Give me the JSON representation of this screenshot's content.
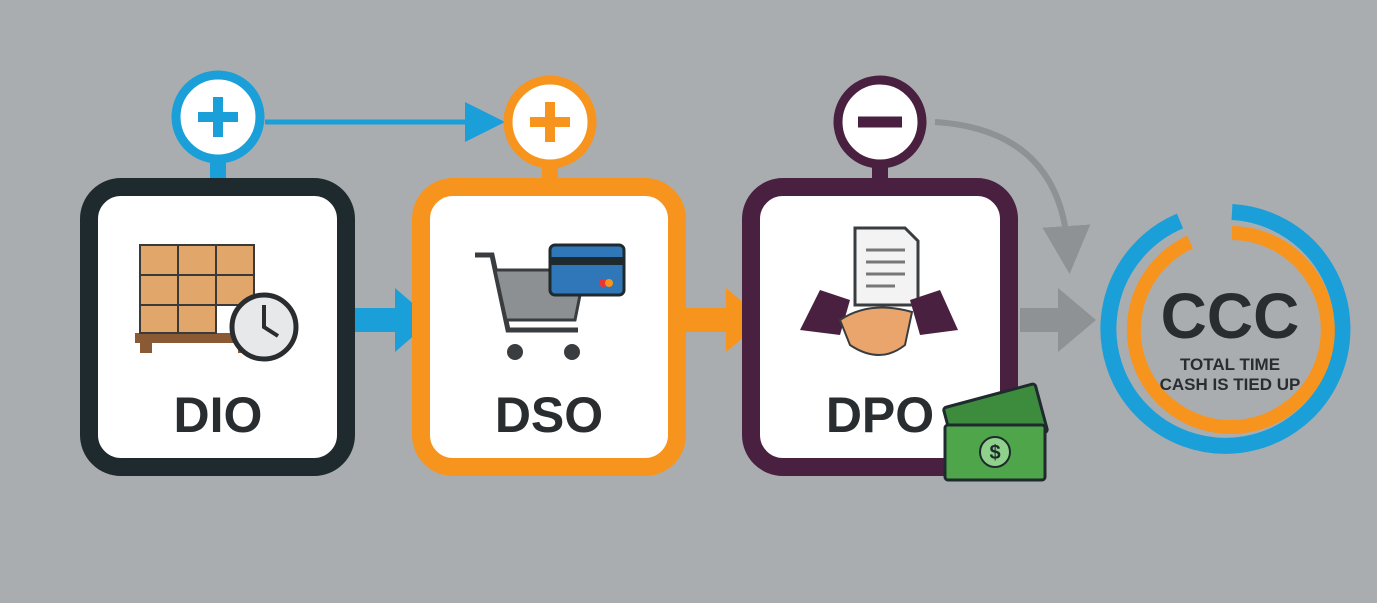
{
  "stages": [
    {
      "label": "DIO",
      "sign": "+",
      "color": "#1a9fd9",
      "border": "#1f2a2e",
      "icon": "pallet-boxes-clock-icon"
    },
    {
      "label": "DSO",
      "sign": "+",
      "color": "#f7941d",
      "border": "#f7941d",
      "icon": "shopping-cart-credit-card-icon"
    },
    {
      "label": "DPO",
      "sign": "−",
      "color": "#4a2040",
      "border": "#4a2040",
      "icon": "handshake-document-money-icon"
    }
  ],
  "result": {
    "title": "CCC",
    "subtitle_line1": "TOTAL TIME",
    "subtitle_line2": "CASH IS TIED UP",
    "outer_color": "#1a9fd9",
    "inner_color": "#f7941d"
  },
  "background": "#a9adb0"
}
